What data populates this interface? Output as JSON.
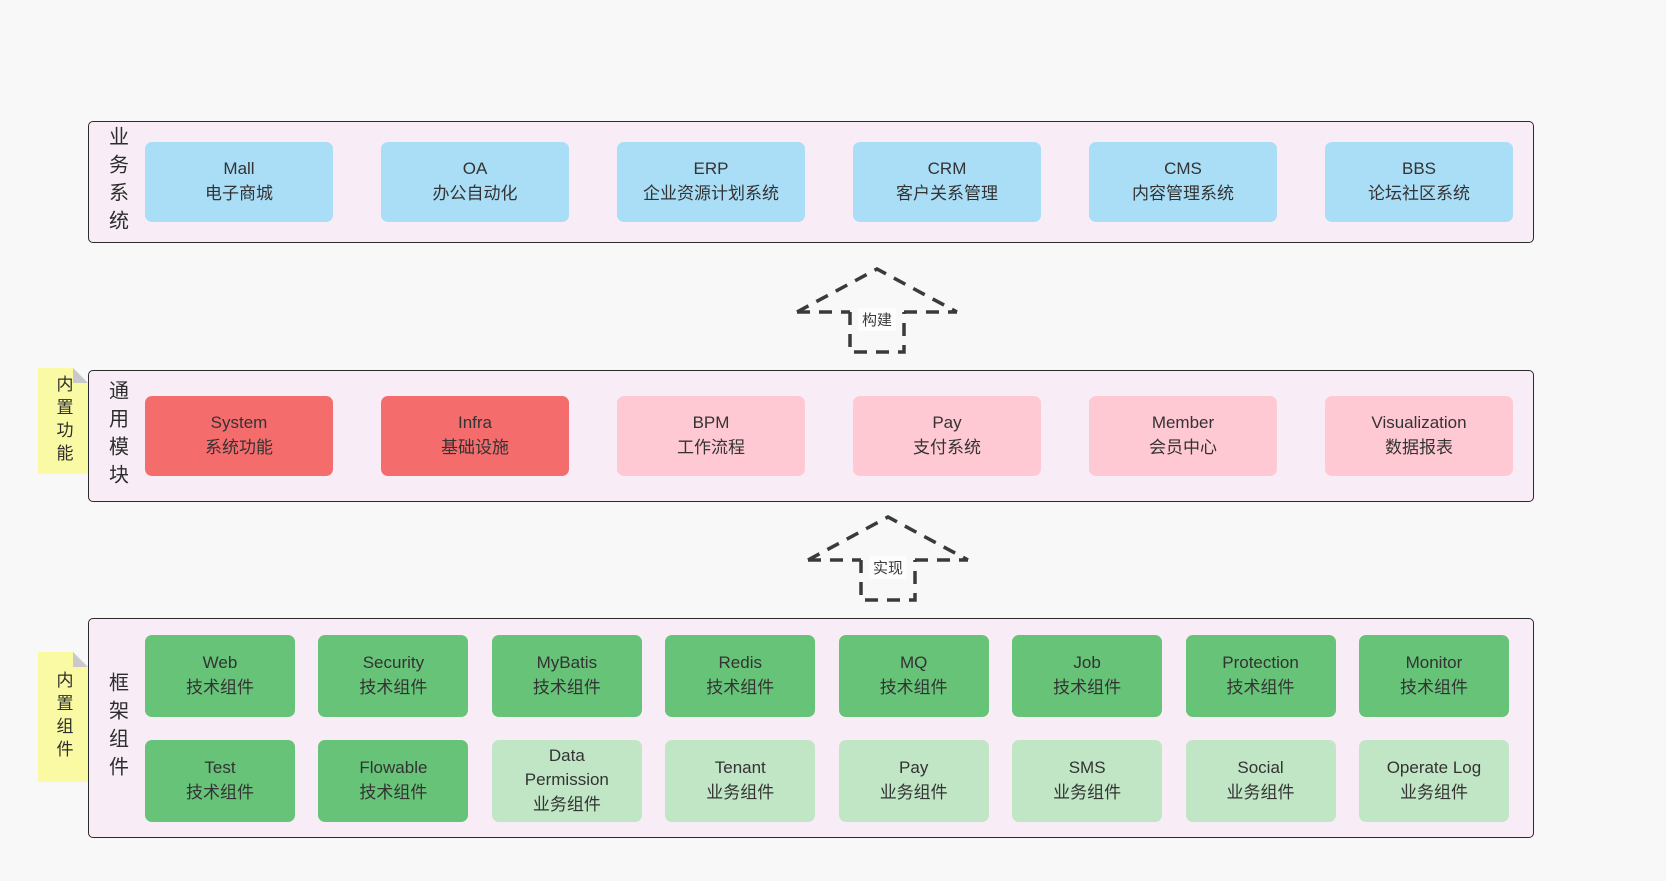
{
  "palette": {
    "page_bg": "#f8f8f8",
    "band_bg": "#f8edf6",
    "band_border": "#2b2b2b",
    "blue_box": "#aaddf6",
    "red_box": "#f56c6d",
    "pink_box": "#ffc9d3",
    "green_box": "#66c377",
    "light_green_box": "#c1e6c5",
    "sticky_yellow": "#fafaa5",
    "text": "#333333"
  },
  "bands": [
    {
      "label": "业务系统",
      "boxes": [
        {
          "en": "Mall",
          "cn": "电子商城"
        },
        {
          "en": "OA",
          "cn": "办公自动化"
        },
        {
          "en": "ERP",
          "cn": "企业资源计划系统"
        },
        {
          "en": "CRM",
          "cn": "客户关系管理"
        },
        {
          "en": "CMS",
          "cn": "内容管理系统"
        },
        {
          "en": "BBS",
          "cn": "论坛社区系统"
        }
      ]
    },
    {
      "label": "通用模块",
      "sticky": "内置功能",
      "boxes": [
        {
          "en": "System",
          "cn": "系统功能"
        },
        {
          "en": "Infra",
          "cn": "基础设施"
        },
        {
          "en": "BPM",
          "cn": "工作流程"
        },
        {
          "en": "Pay",
          "cn": "支付系统"
        },
        {
          "en": "Member",
          "cn": "会员中心"
        },
        {
          "en": "Visualization",
          "cn": "数据报表"
        }
      ]
    },
    {
      "label": "框架组件",
      "sticky": "内置组件",
      "rows": [
        [
          {
            "en": "Web",
            "cn": "技术组件"
          },
          {
            "en": "Security",
            "cn": "技术组件"
          },
          {
            "en": "MyBatis",
            "cn": "技术组件"
          },
          {
            "en": "Redis",
            "cn": "技术组件"
          },
          {
            "en": "MQ",
            "cn": "技术组件"
          },
          {
            "en": "Job",
            "cn": "技术组件"
          },
          {
            "en": "Protection",
            "cn": "技术组件"
          },
          {
            "en": "Monitor",
            "cn": "技术组件"
          }
        ],
        [
          {
            "en": "Test",
            "cn": "技术组件"
          },
          {
            "en": "Flowable",
            "cn": "技术组件"
          },
          {
            "en": "Data Permission",
            "cn": "业务组件"
          },
          {
            "en": "Tenant",
            "cn": "业务组件"
          },
          {
            "en": "Pay",
            "cn": "业务组件"
          },
          {
            "en": "SMS",
            "cn": "业务组件"
          },
          {
            "en": "Social",
            "cn": "业务组件"
          },
          {
            "en": "Operate Log",
            "cn": "业务组件"
          }
        ]
      ]
    }
  ],
  "arrows": [
    {
      "label": "构建"
    },
    {
      "label": "实现"
    }
  ]
}
